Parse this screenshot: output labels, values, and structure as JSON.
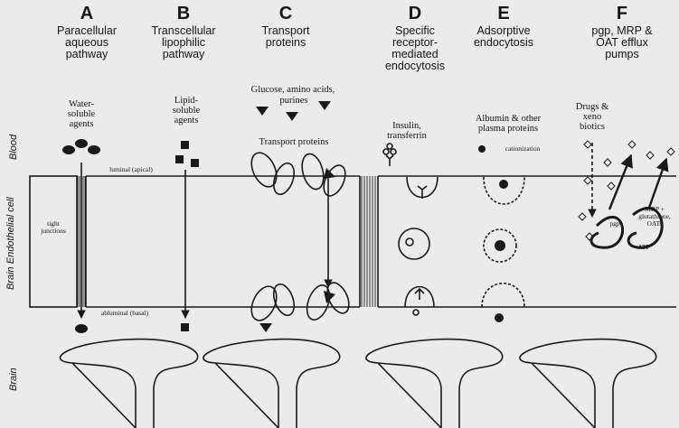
{
  "panels": [
    {
      "letter": "A",
      "title": [
        "Paracellular",
        "aqueous",
        "pathway"
      ]
    },
    {
      "letter": "B",
      "title": [
        "Transcellular",
        "lipophilic",
        "pathway"
      ]
    },
    {
      "letter": "C",
      "title": [
        "Transport",
        "proteins"
      ]
    },
    {
      "letter": "D",
      "title": [
        "Specific",
        "receptor-",
        "mediated",
        "endocytosis"
      ]
    },
    {
      "letter": "E",
      "title": [
        "Adsorptive",
        "endocytosis"
      ]
    },
    {
      "letter": "F",
      "title": [
        "pgp, MRP &",
        "OAT efflux",
        "pumps"
      ]
    }
  ],
  "side_labels": {
    "blood": "Blood",
    "endothelial": "Brain Endothelial cell",
    "brain": "Brain"
  },
  "annotations": {
    "water_soluble": [
      "Water-",
      "soluble",
      "agents"
    ],
    "lipid_soluble": [
      "Lipid-",
      "soluble",
      "agents"
    ],
    "glucose": "Glucose, amino acids,",
    "purines": "purines",
    "transport_proteins": "Transport proteins",
    "insulin": [
      "Insulin,",
      "transferrin"
    ],
    "albumin": [
      "Albumin & other",
      "plasma proteins"
    ],
    "cationization": "cationization",
    "drugs": [
      "Drugs &",
      "xeno",
      "biotics"
    ],
    "luminal": "luminal (apical)",
    "abluminal": "abluminal (basal)",
    "tight_junctions": [
      "tight",
      "junctions"
    ],
    "pgp": "pgp",
    "mrp": [
      "MRP +",
      "glutathione,",
      "OATs"
    ],
    "atp": "ATP"
  }
}
